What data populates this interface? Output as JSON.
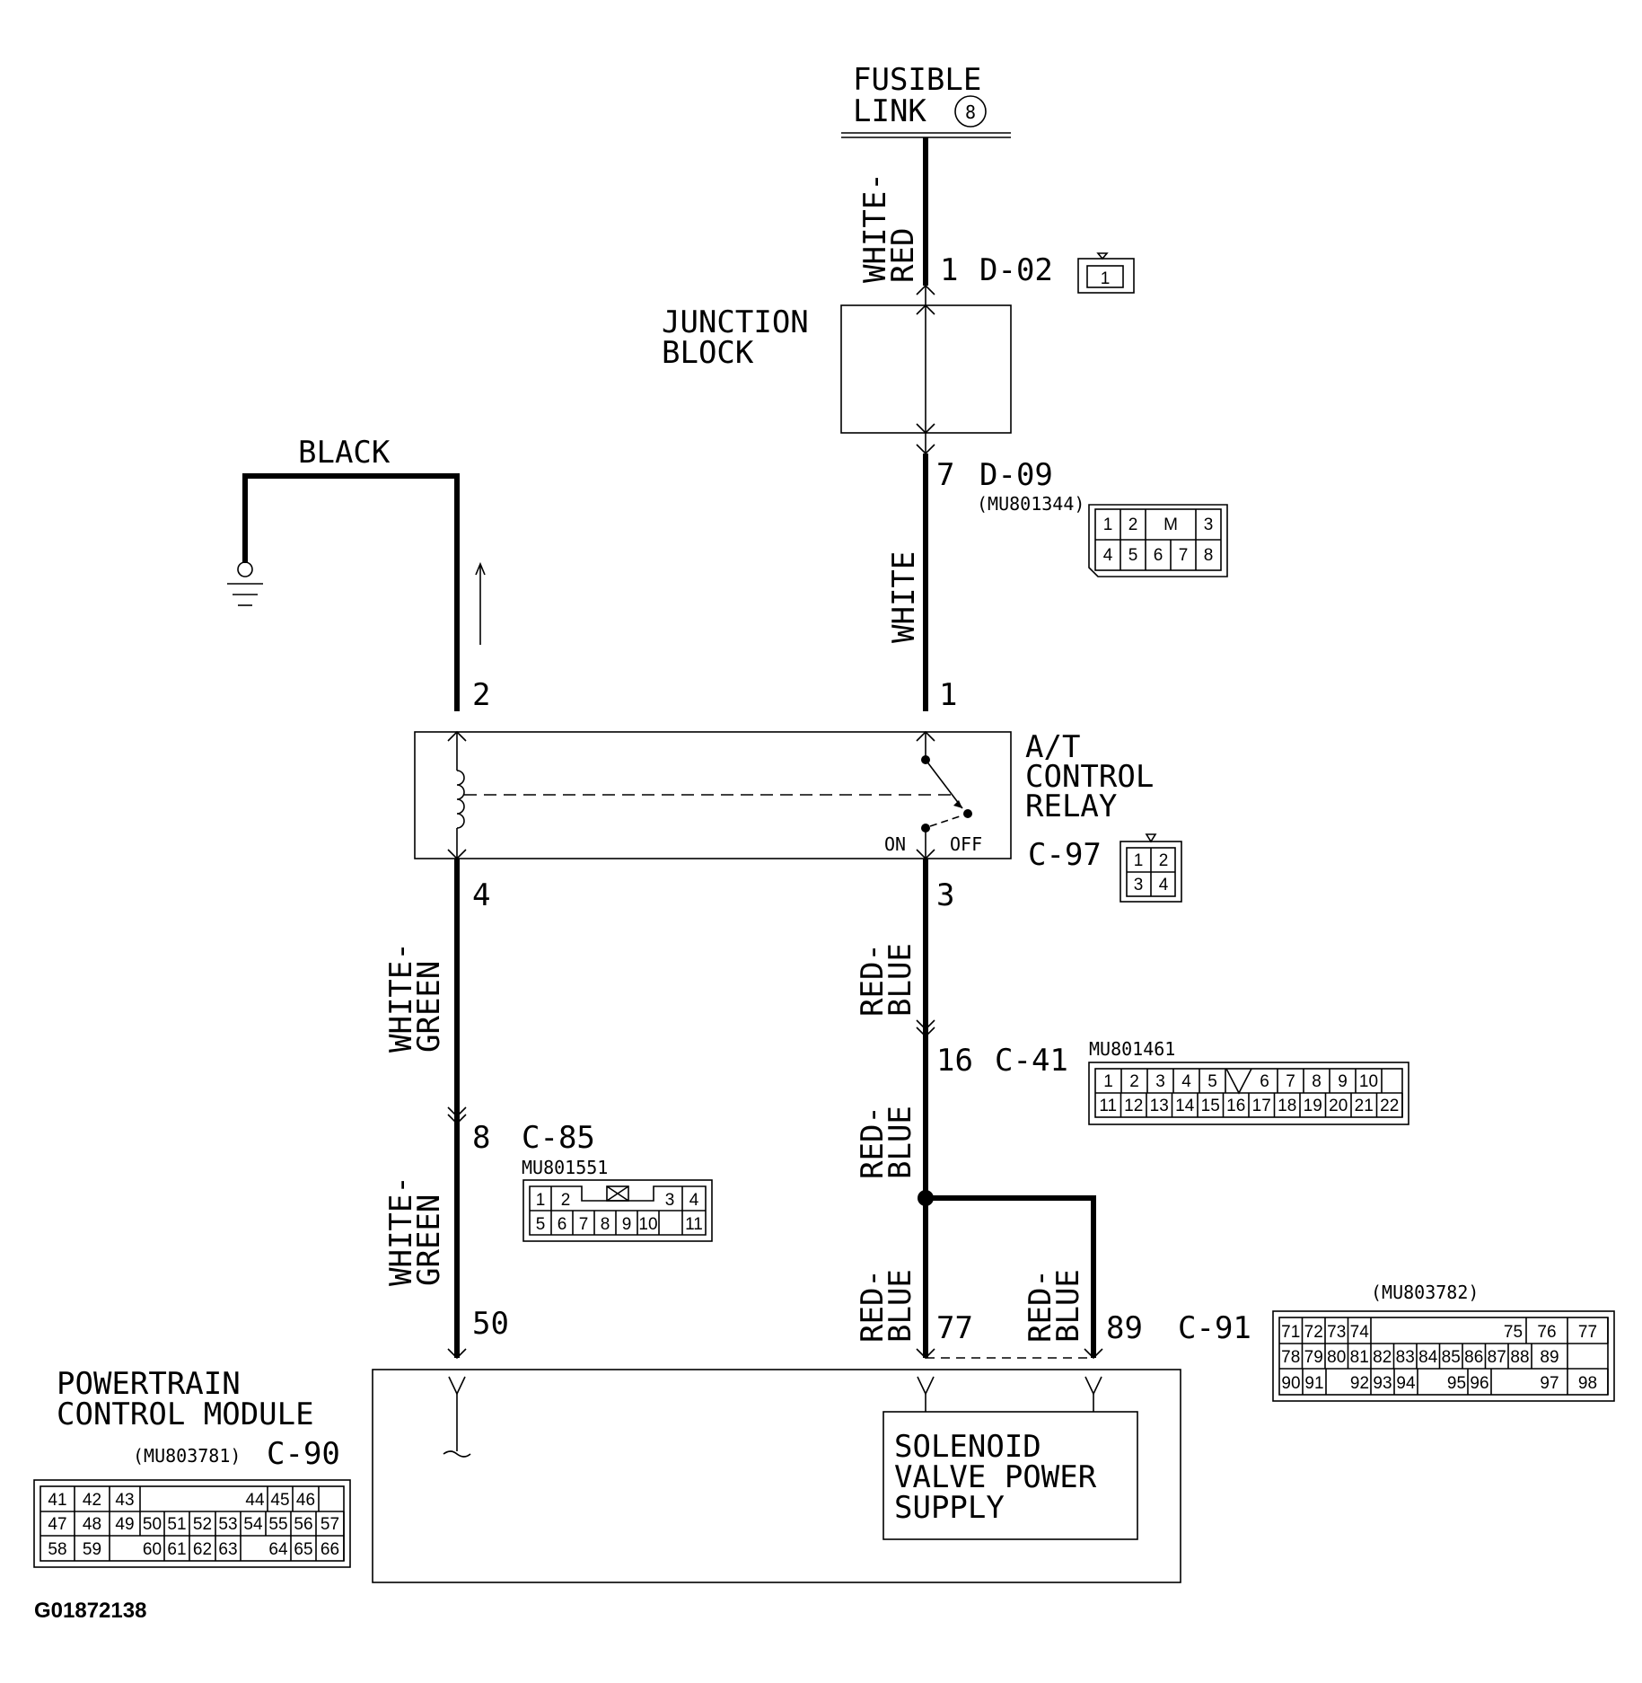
{
  "labels": {
    "fusible_link": [
      "FUSIBLE",
      "LINK"
    ],
    "fusible_link_number": "8",
    "junction_block": [
      "JUNCTION",
      "BLOCK"
    ],
    "black": "BLACK",
    "at_control_relay": [
      "A/T",
      "CONTROL",
      "RELAY"
    ],
    "relay_on": "ON",
    "relay_off": "OFF",
    "pcm": [
      "POWERTRAIN",
      "CONTROL MODULE"
    ],
    "solenoid": [
      "SOLENOID",
      "VALVE POWER",
      "SUPPLY"
    ],
    "figure_id": "G01872138"
  },
  "wire_colors": {
    "top": [
      "WHITE-",
      "RED"
    ],
    "white": "WHITE",
    "left_upper": [
      "WHITE-",
      "GREEN"
    ],
    "left_lower": [
      "WHITE-",
      "GREEN"
    ],
    "right_upper": [
      "RED-",
      "BLUE"
    ],
    "right_mid": [
      "RED-",
      "BLUE"
    ],
    "right_lower": [
      "RED-",
      "BLUE"
    ],
    "branch": [
      "RED-",
      "BLUE"
    ]
  },
  "pins": {
    "d02_pin": "1",
    "d09_pin": "7",
    "relay_pin1": "1",
    "relay_pin2": "2",
    "relay_pin3": "3",
    "relay_pin4": "4",
    "c41_pin": "16",
    "c85_pin": "8",
    "c90_pin": "50",
    "c91_pin_77": "77",
    "c91_pin_89": "89"
  },
  "connectors": {
    "d02": {
      "name": "D-02",
      "cells": [
        "1"
      ]
    },
    "d09": {
      "name": "D-09",
      "part": "(MU801344)",
      "row1": [
        "1",
        "2",
        "M",
        "3"
      ],
      "row2": [
        "4",
        "5",
        "6",
        "7",
        "8"
      ]
    },
    "c97": {
      "name": "C-97",
      "row1": [
        "1",
        "2"
      ],
      "row2": [
        "3",
        "4"
      ]
    },
    "c41": {
      "name": "C-41",
      "part": "MU801461",
      "row1": [
        "1",
        "2",
        "3",
        "4",
        "5",
        "6",
        "7",
        "8",
        "9",
        "10"
      ],
      "row2": [
        "11",
        "12",
        "13",
        "14",
        "15",
        "16",
        "17",
        "18",
        "19",
        "20",
        "21",
        "22"
      ]
    },
    "c85": {
      "name": "C-85",
      "part": "MU801551",
      "row1": [
        "1",
        "2",
        "3",
        "4"
      ],
      "row2": [
        "5",
        "6",
        "7",
        "8",
        "9",
        "10",
        "11"
      ]
    },
    "c91": {
      "name": "C-91",
      "part": "(MU803782)",
      "row1": [
        "71",
        "72",
        "73",
        "74",
        "75",
        "76",
        "77"
      ],
      "row2": [
        "78",
        "79",
        "80",
        "81",
        "82",
        "83",
        "84",
        "85",
        "86",
        "87",
        "88",
        "89"
      ],
      "row3": [
        "90",
        "91",
        "92",
        "93",
        "94",
        "95",
        "96",
        "97",
        "98"
      ]
    },
    "c90": {
      "name": "C-90",
      "part": "(MU803781)",
      "row1": [
        "41",
        "42",
        "43",
        "44",
        "45",
        "46"
      ],
      "row2": [
        "47",
        "48",
        "49",
        "50",
        "51",
        "52",
        "53",
        "54",
        "55",
        "56",
        "57"
      ],
      "row3": [
        "58",
        "59",
        "60",
        "61",
        "62",
        "63",
        "64",
        "65",
        "66"
      ]
    }
  }
}
